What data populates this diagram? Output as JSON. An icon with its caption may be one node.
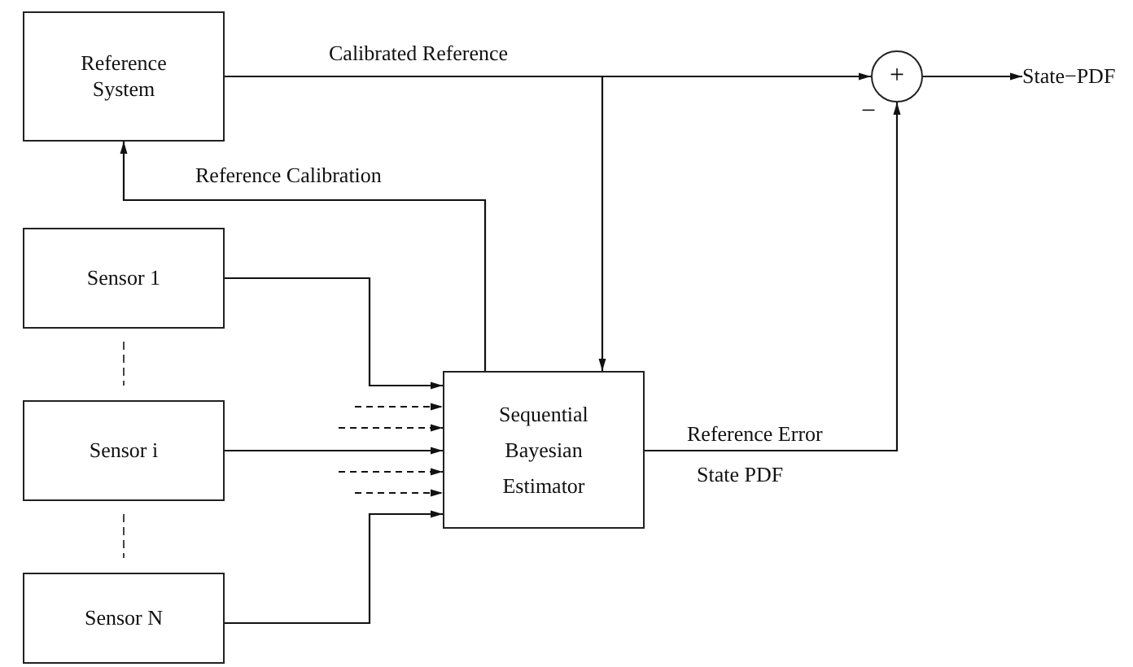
{
  "diagram": {
    "nodes": [
      {
        "text": [
          "Reference System"
        ]
      },
      {
        "text": [
          "+"
        ]
      },
      {
        "text": [
          "State−PDF"
        ]
      },
      {
        "text": [
          "Sensor 1"
        ]
      },
      {
        "text": [
          "Sensor i"
        ]
      },
      {
        "text": [
          "Sensor N"
        ]
      },
      {
        "text": [
          "Sequential Bayesian Estimator"
        ]
      }
    ],
    "edges": [
      {
        "from": 0,
        "to": 1,
        "arrow": "to",
        "label": "Calibrated Reference"
      },
      {
        "from": 0,
        "to": 6,
        "arrow": "to"
      },
      {
        "from": 1,
        "to": 2,
        "arrow": "to"
      },
      {
        "from": 6,
        "to": 0,
        "arrow": "to",
        "label": "Reference Calibration"
      },
      {
        "from": 3,
        "to": 6,
        "arrow": "to"
      },
      {
        "from": null,
        "to": 6,
        "arrow": "to",
        "style": "dashed"
      },
      {
        "from": null,
        "to": 6,
        "arrow": "to",
        "style": "dashed"
      },
      {
        "from": 4,
        "to": 6,
        "arrow": "to"
      },
      {
        "from": null,
        "to": 6,
        "arrow": "to",
        "style": "dashed"
      },
      {
        "from": null,
        "to": 6,
        "arrow": "to",
        "style": "dashed"
      },
      {
        "from": 5,
        "to": 6,
        "arrow": "to"
      },
      {
        "from": 6,
        "to": 1,
        "arrow": "to",
        "label": "Reference Error"
      }
    ],
    "labels": [
      "State PDF",
      "−"
    ]
  }
}
